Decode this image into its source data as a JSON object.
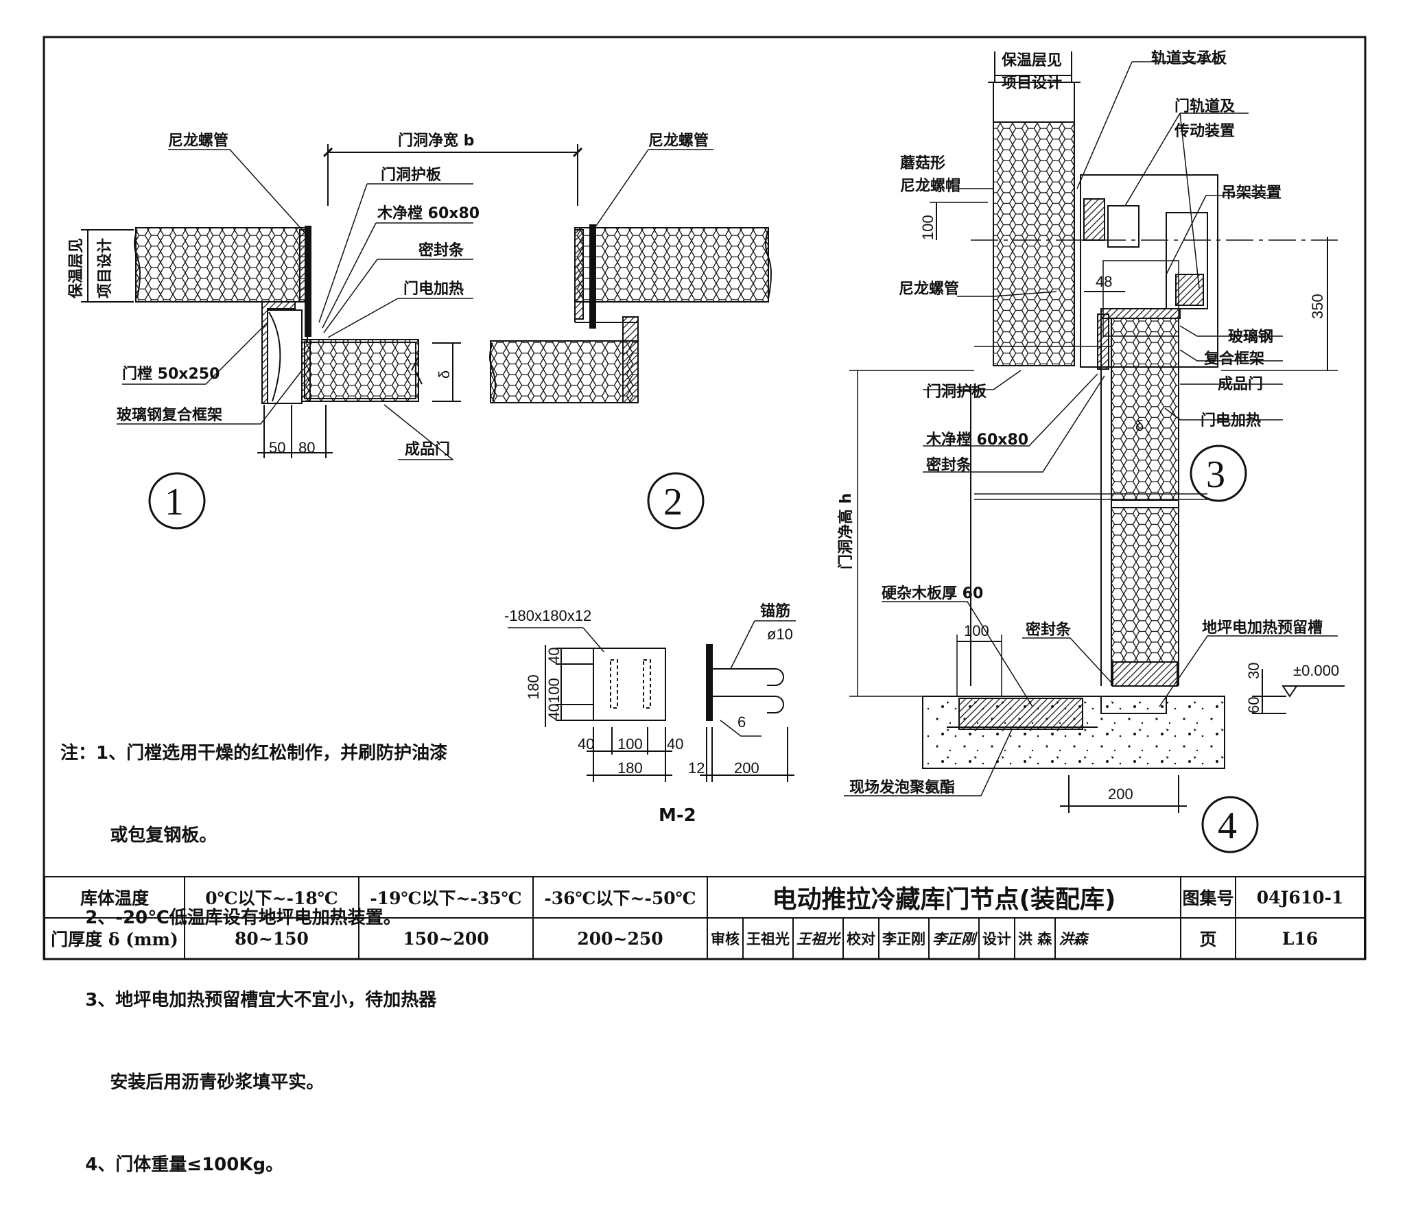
{
  "labels": {
    "nylon_tube_1": "尼龙螺管",
    "door_clear_width": "门洞净宽 b",
    "door_guard_plate": "门洞护板",
    "wood_frame": "木净樘 60x80",
    "seal_strip": "密封条",
    "door_heater": "门电加热",
    "insulation_see_design_1": "保温层见",
    "insulation_see_design_2": "项目设计",
    "door_frame": "门樘 50x250",
    "frp_frame": "玻璃钢复合框架",
    "finished_door": "成品门",
    "nylon_tube_2": "尼龙螺管",
    "delta": "δ",
    "insulation_top_1": "保温层见",
    "insulation_top_2": "项目设计",
    "track_support": "轨道支承板",
    "track_drive_1": "门轨道及",
    "track_drive_2": "传动装置",
    "mushroom_1": "蘑菇形",
    "mushroom_2": "尼龙螺帽",
    "hanger": "吊架装置",
    "nylon_tube_3": "尼龙螺管",
    "frp_1": "玻璃钢",
    "frp_2": "复合框架",
    "finished_door_3": "成品门",
    "door_guard_3": "门洞护板",
    "door_heater_3": "门电加热",
    "wood_frame_3": "木净樘 60x80",
    "seal_3": "密封条",
    "door_clear_height": "门洞净高 h",
    "hardwood": "硬杂木板厚 60",
    "seal_4": "密封条",
    "floor_heat_slot": "地坪电加热预留槽",
    "elevation": "±0.000",
    "pu_foam": "现场发泡聚氨酯",
    "plate_spec": "-180x180x12",
    "anchor": "锚筋",
    "anchor_dia": "ø10"
  },
  "dims": {
    "d50": "50",
    "d80": "80",
    "d100v": "100",
    "d48": "48",
    "d350": "350",
    "d100h": "100",
    "d200a": "200",
    "d30": "30",
    "d60": "60",
    "m40a": "40",
    "m100a": "100",
    "m40b": "40",
    "m180v": "180",
    "m40c": "40",
    "m100b": "100",
    "m40d": "40",
    "m180h": "180",
    "m12": "12",
    "m200": "200",
    "m6": "6"
  },
  "detail_numbers": [
    "1",
    "2",
    "3",
    "4"
  ],
  "m2_label": "M-2",
  "notes": [
    "注：1、门樘选用干燥的红松制作，并刷防护油漆",
    "        或包复钢板。",
    "    2、-20℃低温库设有地坪电加热装置。",
    "    3、地坪电加热预留槽宜大不宜小，待加热器",
    "        安装后用沥青砂浆填平实。",
    "    4、门体重量≤100Kg。"
  ],
  "title_block": {
    "row1_label": "库体温度",
    "t1": "0℃以下~-18℃",
    "t2": "-19℃以下~-35℃",
    "t3": "-36℃以下~-50℃",
    "row2_label": "门厚度 δ (mm)",
    "d1": "80~150",
    "d2": "150~200",
    "d3": "200~250",
    "title": "电动推拉冷藏库门节点(装配库)",
    "atlas_label": "图集号",
    "atlas_no": "04J610-1",
    "page_label": "页",
    "page_no": "L16",
    "review_label": "审核",
    "reviewer": "王祖光",
    "reviewer_sig": "王祖光",
    "check_label": "校对",
    "checker": "李正刚",
    "checker_sig": "李正刚",
    "design_label": "设计",
    "designer": "洪 森",
    "designer_sig": "洪森"
  }
}
